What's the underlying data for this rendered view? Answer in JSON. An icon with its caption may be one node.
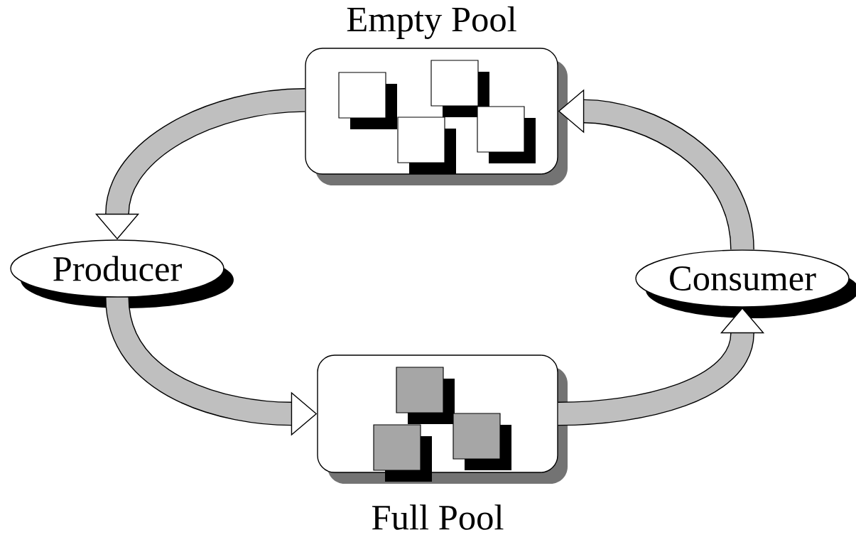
{
  "diagram": {
    "nodes": [
      {
        "text": [
          "Empty Pool"
        ]
      },
      {
        "text": [
          "Producer"
        ]
      },
      {
        "text": [
          "Consumer"
        ]
      },
      {
        "text": [
          "Full Pool"
        ]
      }
    ],
    "edges": [
      {
        "from": 0,
        "to": 1,
        "arrow": "to"
      },
      {
        "from": 1,
        "to": 3,
        "arrow": "to"
      },
      {
        "from": 3,
        "to": 2,
        "arrow": "to"
      },
      {
        "from": 2,
        "to": 0,
        "arrow": "to"
      }
    ]
  }
}
